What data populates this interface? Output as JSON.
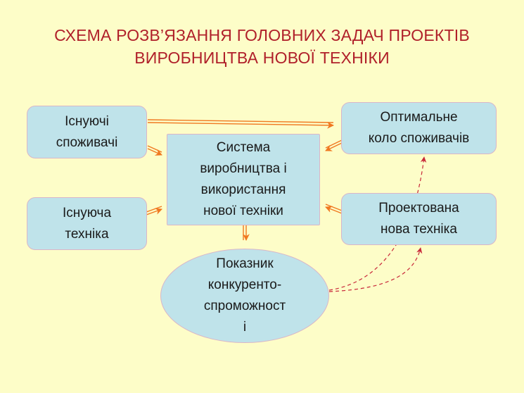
{
  "title": {
    "line1": "СХЕМА РОЗВ’ЯЗАННЯ ГОЛОВНИХ ЗАДАЧ ПРОЕКТІВ",
    "line2": "ВИРОБНИЦТВА НОВОЇ ТЕХНІКИ"
  },
  "nodes": {
    "existing_consumers": {
      "line1": "Існуючі",
      "line2": "споживачі"
    },
    "existing_technology": {
      "line1": "Існуюча",
      "line2": "техніка"
    },
    "system": {
      "line1": "Система",
      "line2": "виробництва і",
      "line3": "використання",
      "line4": "нової техніки"
    },
    "optimal_consumers": {
      "line1": "Оптимальне",
      "line2": "коло споживачів"
    },
    "projected_technology": {
      "line1": "Проектована",
      "line2": "нова техніка"
    },
    "competitiveness": {
      "line1": "Показник",
      "line2": "конкуренто-",
      "line3": "спроможност",
      "line4": "і"
    }
  },
  "colors": {
    "background": "#fdfdc8",
    "title": "#b0202a",
    "box_fill": "#bfe3ea",
    "box_border": "#d9b6c8",
    "arrow_solid": "#f07820",
    "arrow_dashed": "#c8283a"
  }
}
